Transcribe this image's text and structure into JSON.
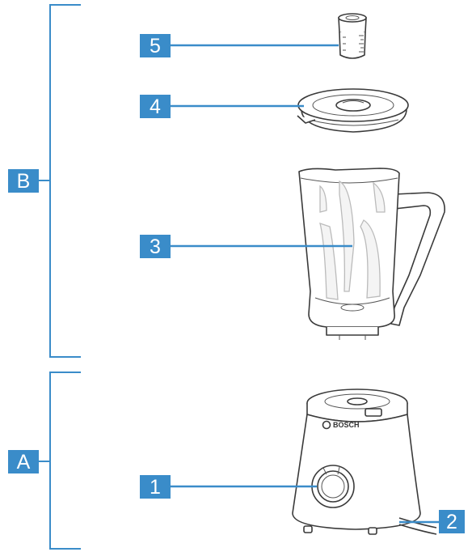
{
  "groups": [
    {
      "id": "B",
      "label": "B"
    },
    {
      "id": "A",
      "label": "A"
    }
  ],
  "callouts": [
    {
      "id": "1",
      "label": "1"
    },
    {
      "id": "2",
      "label": "2"
    },
    {
      "id": "3",
      "label": "3"
    },
    {
      "id": "4",
      "label": "4"
    },
    {
      "id": "5",
      "label": "5"
    }
  ],
  "brand_text": "BOSCH",
  "colors": {
    "accent": "#3a8cc9",
    "line": "#3a3a3a"
  },
  "icons": {
    "part_1": "control-knob-icon",
    "part_2": "power-cord-icon",
    "part_3": "blender-jug-icon",
    "part_4": "jug-lid-icon",
    "part_5": "measuring-cap-icon",
    "motor_base": "motor-base-icon"
  }
}
